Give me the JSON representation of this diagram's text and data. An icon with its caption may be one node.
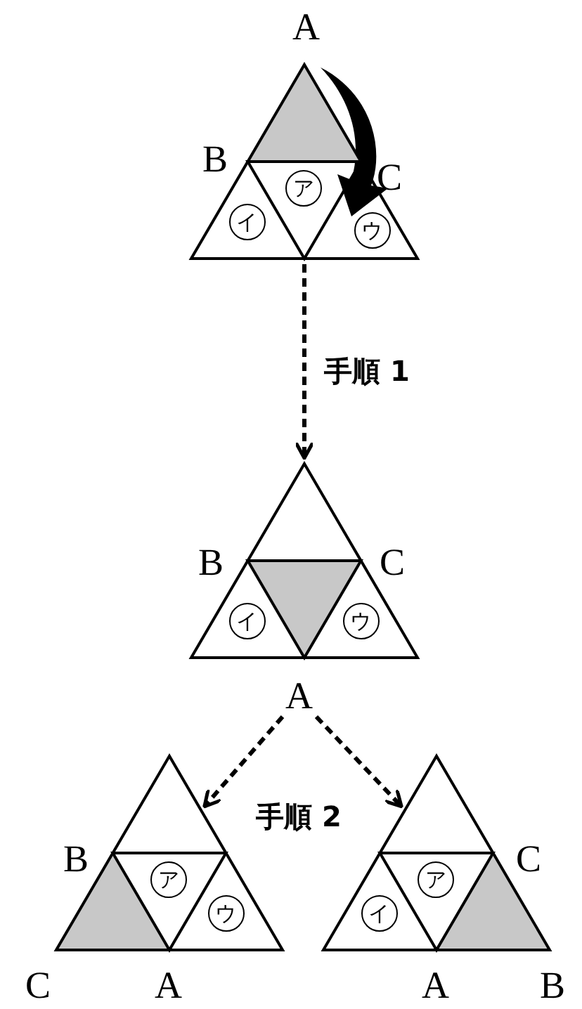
{
  "diagram": {
    "nodes": [
      {
        "text": [],
        "shape": "triangle",
        "beside": [
          "A",
          "B",
          "C"
        ]
      },
      {
        "text": [
          "ア"
        ],
        "in": 0
      },
      {
        "text": [
          "イ"
        ],
        "in": 0
      },
      {
        "text": [
          "ウ"
        ],
        "in": 0
      },
      {
        "text": [],
        "shape": "triangle",
        "beside": [
          "B",
          "C"
        ]
      },
      {
        "text": [
          "イ"
        ],
        "in": 4
      },
      {
        "text": [
          "ウ"
        ],
        "in": 4
      },
      {
        "text": [
          "A"
        ]
      },
      {
        "text": [],
        "shape": "triangle",
        "beside": [
          "B",
          "C",
          "A"
        ]
      },
      {
        "text": [
          "ア"
        ],
        "in": 8
      },
      {
        "text": [
          "ウ"
        ],
        "in": 8
      },
      {
        "text": [],
        "shape": "triangle",
        "beside": [
          "C",
          "A",
          "B"
        ]
      },
      {
        "text": [
          "ア"
        ],
        "in": 11
      },
      {
        "text": [
          "イ"
        ],
        "in": 11
      }
    ],
    "edges": [
      {
        "from": 0,
        "to": 4,
        "arrow": "to",
        "style": "dashed",
        "label": "手順 1"
      },
      {
        "from": 7,
        "to": 8,
        "arrow": "to",
        "style": "dashed"
      },
      {
        "from": 7,
        "to": 11,
        "arrow": "to",
        "style": "dashed"
      }
    ],
    "labels": [
      "手順 2"
    ]
  }
}
